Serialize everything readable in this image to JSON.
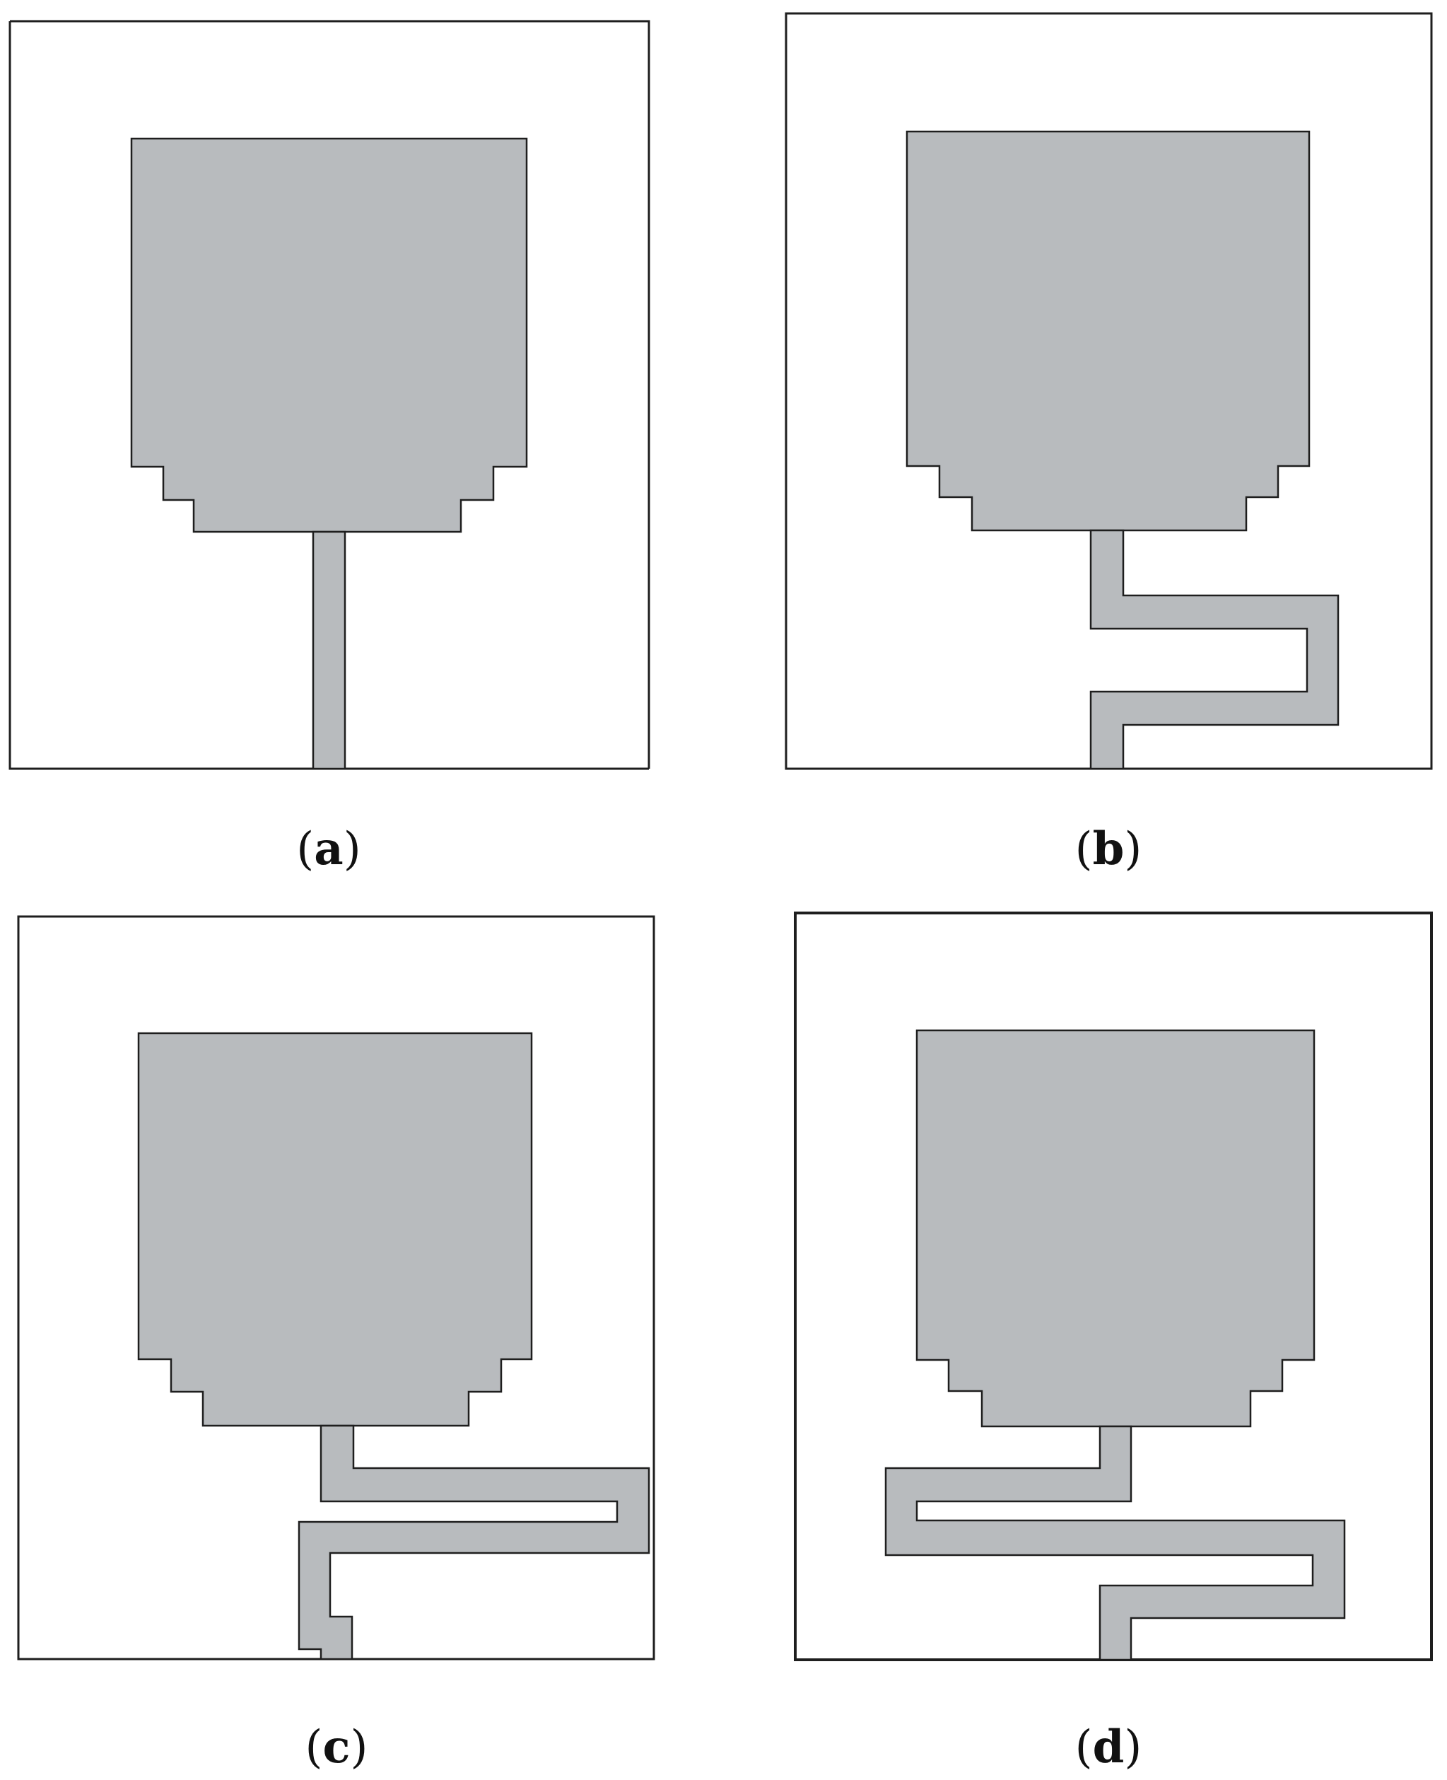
{
  "panels": [
    {
      "id": "a",
      "caption_open": "(",
      "caption_letter": "a",
      "caption_close": ")"
    },
    {
      "id": "b",
      "caption_open": "(",
      "caption_letter": "b",
      "caption_close": ")"
    },
    {
      "id": "c",
      "caption_open": "(",
      "caption_letter": "c",
      "caption_close": ")"
    },
    {
      "id": "d",
      "caption_open": "(",
      "caption_letter": "d",
      "caption_close": ")"
    }
  ],
  "colors": {
    "patch_fill": "#b8bbbe",
    "outline": "#1e1e1e",
    "background": "#ffffff"
  }
}
